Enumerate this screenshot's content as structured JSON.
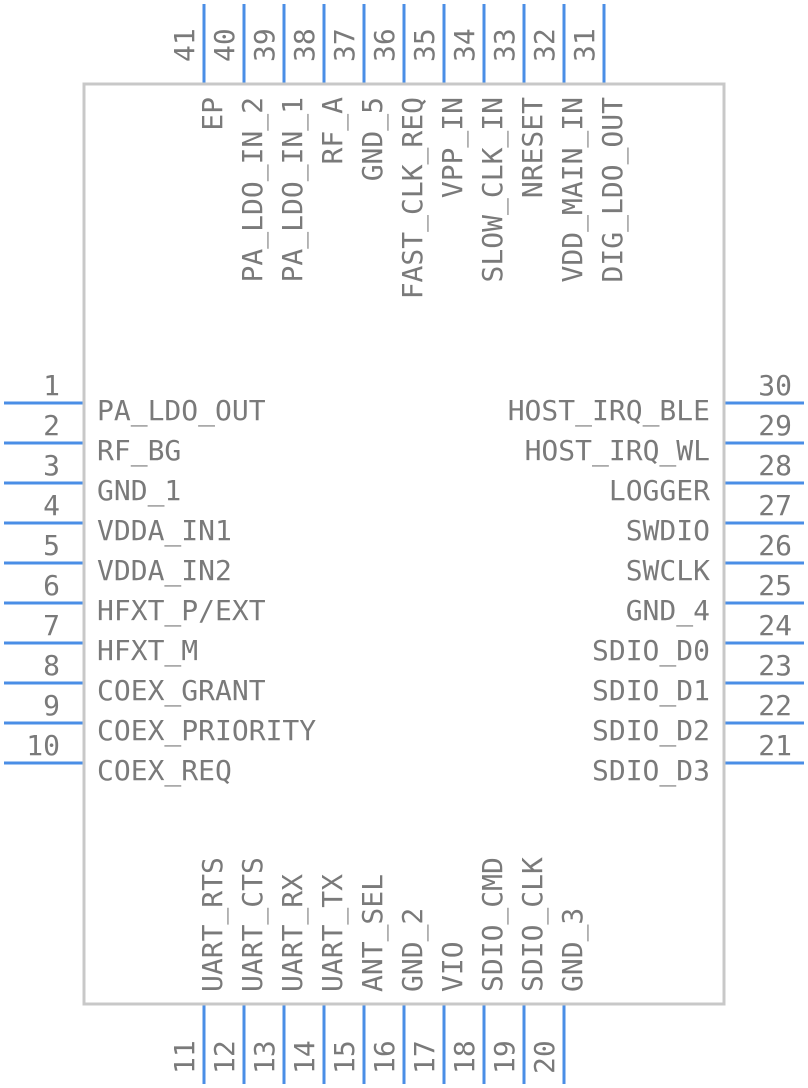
{
  "component": {
    "pins": [
      {
        "num": "1",
        "name": "PA_LDO_OUT"
      },
      {
        "num": "2",
        "name": "RF_BG"
      },
      {
        "num": "3",
        "name": "GND_1"
      },
      {
        "num": "4",
        "name": "VDDA_IN1"
      },
      {
        "num": "5",
        "name": "VDDA_IN2"
      },
      {
        "num": "6",
        "name": "HFXT_P/EXT"
      },
      {
        "num": "7",
        "name": "HFXT_M"
      },
      {
        "num": "8",
        "name": "COEX_GRANT"
      },
      {
        "num": "9",
        "name": "COEX_PRIORITY"
      },
      {
        "num": "10",
        "name": "COEX_REQ"
      },
      {
        "num": "11",
        "name": "UART_RTS"
      },
      {
        "num": "12",
        "name": "UART_CTS"
      },
      {
        "num": "13",
        "name": "UART_RX"
      },
      {
        "num": "14",
        "name": "UART_TX"
      },
      {
        "num": "15",
        "name": "ANT_SEL"
      },
      {
        "num": "16",
        "name": "GND_2"
      },
      {
        "num": "17",
        "name": "VIO"
      },
      {
        "num": "18",
        "name": "SDIO_CMD"
      },
      {
        "num": "19",
        "name": "SDIO_CLK"
      },
      {
        "num": "20",
        "name": "GND_3"
      },
      {
        "num": "21",
        "name": "SDIO_D3"
      },
      {
        "num": "22",
        "name": "SDIO_D2"
      },
      {
        "num": "23",
        "name": "SDIO_D1"
      },
      {
        "num": "24",
        "name": "SDIO_D0"
      },
      {
        "num": "25",
        "name": "GND_4"
      },
      {
        "num": "26",
        "name": "SWCLK"
      },
      {
        "num": "27",
        "name": "SWDIO"
      },
      {
        "num": "28",
        "name": "LOGGER"
      },
      {
        "num": "29",
        "name": "HOST_IRQ_WL"
      },
      {
        "num": "30",
        "name": "HOST_IRQ_BLE"
      },
      {
        "num": "31",
        "name": "DIG_LDO_OUT"
      },
      {
        "num": "32",
        "name": "VDD_MAIN_IN"
      },
      {
        "num": "33",
        "name": "NRESET"
      },
      {
        "num": "34",
        "name": "SLOW_CLK_IN"
      },
      {
        "num": "35",
        "name": "VPP_IN"
      },
      {
        "num": "36",
        "name": "FAST_CLK_REQ"
      },
      {
        "num": "37",
        "name": "GND_5"
      },
      {
        "num": "38",
        "name": "RF_A"
      },
      {
        "num": "39",
        "name": "PA_LDO_IN_1"
      },
      {
        "num": "40",
        "name": "PA_LDO_IN_2"
      },
      {
        "num": "41",
        "name": "EP"
      }
    ],
    "colors": {
      "pin_line": "#4a8ee6",
      "body_outline": "#c8c8c8",
      "text": "#7a7a7a"
    }
  }
}
